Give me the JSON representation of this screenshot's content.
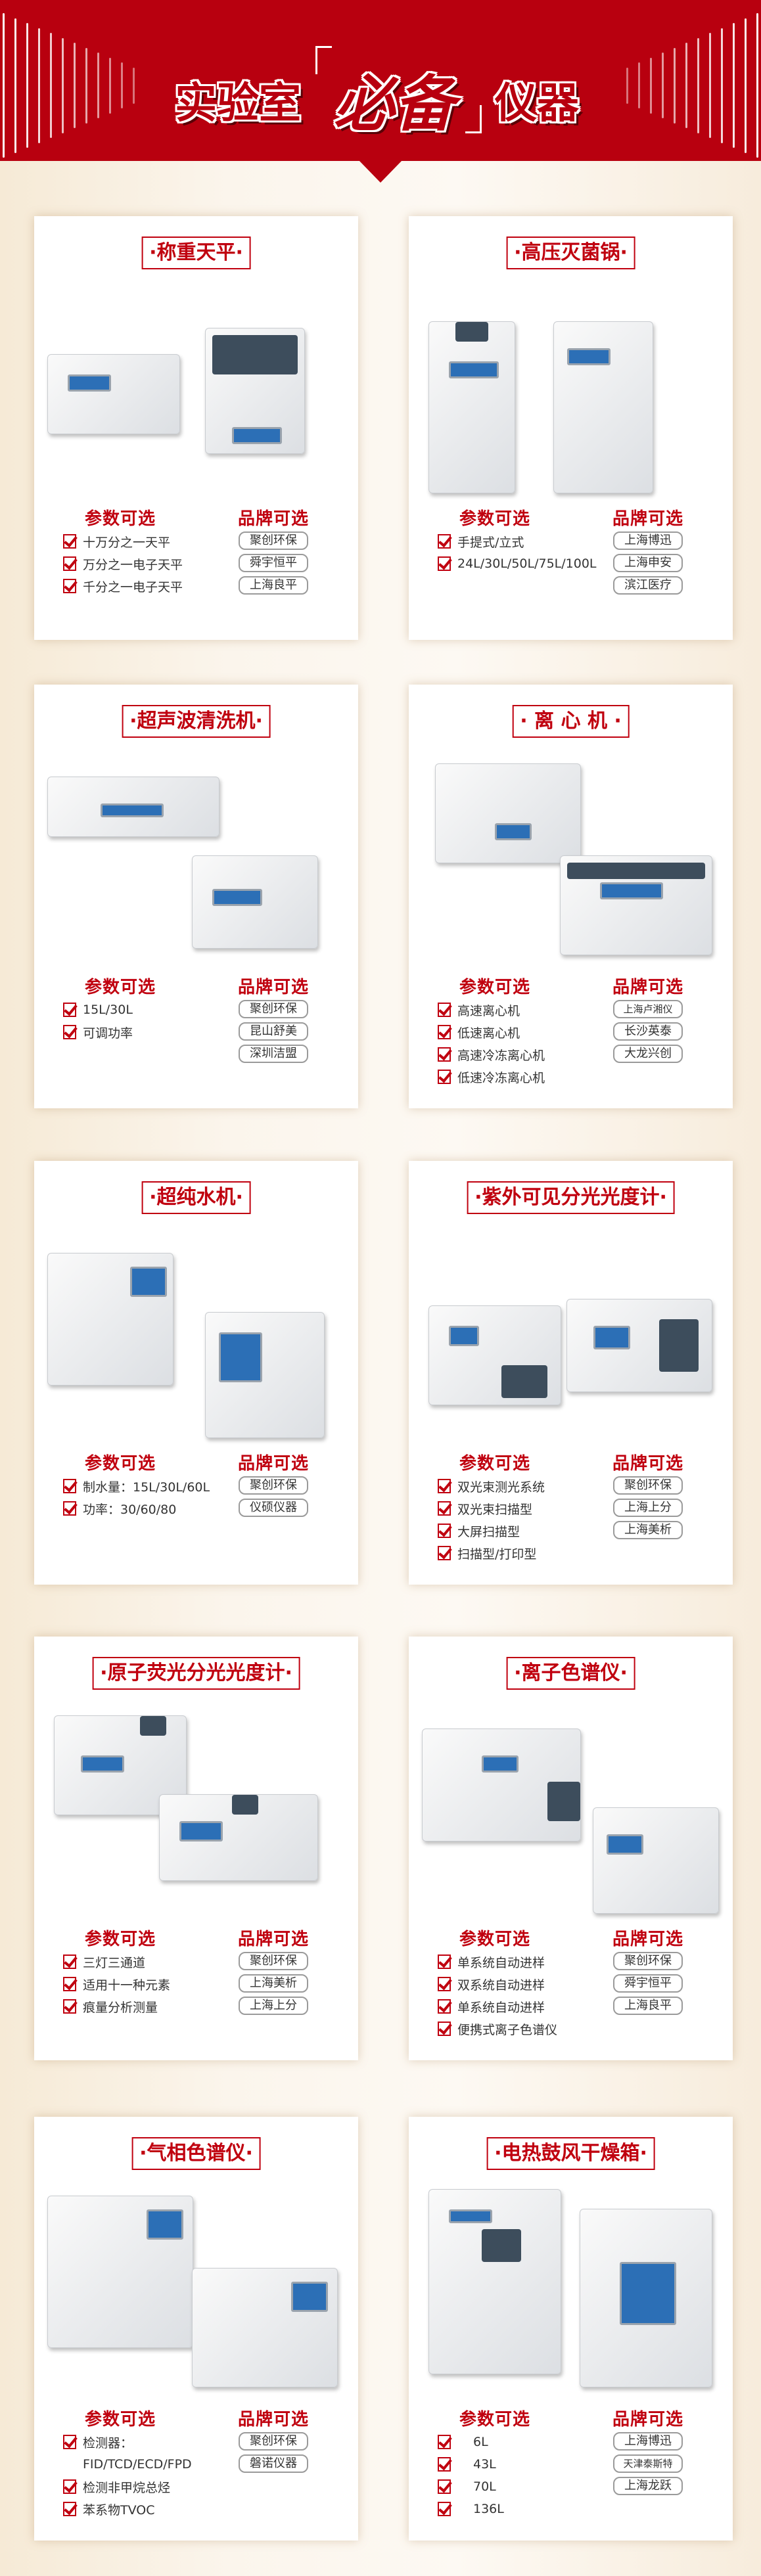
{
  "header": {
    "part1": "实验室",
    "part2": "必备",
    "part3": "仪器"
  },
  "labels": {
    "params": "参数可选",
    "brands": "品牌可选"
  },
  "colors": {
    "brand_red": "#b8000f",
    "accent_red": "#c0000f"
  },
  "cards": [
    {
      "title": "·称重天平·",
      "params": [
        {
          "text": "十万分之一天平"
        },
        {
          "text": "万分之一电子天平"
        },
        {
          "text": "千分之一电子天平"
        }
      ],
      "brands": [
        "聚创环保",
        "舜宇恒平",
        "上海良平"
      ]
    },
    {
      "title": "·高压灭菌锅·",
      "params": [
        {
          "text": "手提式/立式"
        },
        {
          "text": "24L/30L/50L/75L/100L"
        }
      ],
      "brands": [
        "上海博迅",
        "上海申安",
        "滨江医疗"
      ]
    },
    {
      "title": "·超声波清洗机·",
      "params": [
        {
          "text": "15L/30L"
        },
        {
          "text": "可调功率"
        }
      ],
      "brands": [
        "聚创环保",
        "昆山舒美",
        "深圳洁盟"
      ]
    },
    {
      "title": "· 离 心 机 ·",
      "params": [
        {
          "text": "高速离心机"
        },
        {
          "text": "低速离心机"
        },
        {
          "text": "高速冷冻离心机"
        },
        {
          "text": "低速冷冻离心机"
        }
      ],
      "brands": [
        "上海卢湘仪",
        "长沙英泰",
        "大龙兴创"
      ]
    },
    {
      "title": "·超纯水机·",
      "params": [
        {
          "text": "制水量：15L/30L/60L"
        },
        {
          "text": "功率：30/60/80"
        }
      ],
      "brands": [
        "聚创环保",
        "仪硕仪器"
      ]
    },
    {
      "title": "·紫外可见分光光度计·",
      "params": [
        {
          "text": "双光束测光系统"
        },
        {
          "text": "双光束扫描型"
        },
        {
          "text": "大屏扫描型"
        },
        {
          "text": "扫描型/打印型"
        }
      ],
      "brands": [
        "聚创环保",
        "上海上分",
        "上海美析"
      ]
    },
    {
      "title": "·原子荧光分光光度计·",
      "params": [
        {
          "text": "三灯三通道"
        },
        {
          "text": "适用十一种元素"
        },
        {
          "text": "痕量分析测量"
        }
      ],
      "brands": [
        "聚创环保",
        "上海美析",
        "上海上分"
      ]
    },
    {
      "title": "·离子色谱仪·",
      "params": [
        {
          "text": "单系统自动进样"
        },
        {
          "text": "双系统自动进样"
        },
        {
          "text": "单系统自动进样"
        },
        {
          "text": "便携式离子色谱仪"
        }
      ],
      "brands": [
        "聚创环保",
        "舜宇恒平",
        "上海良平"
      ]
    },
    {
      "title": "·气相色谱仪·",
      "params": [
        {
          "text": "检测器："
        },
        {
          "text": "FID/TCD/ECD/FPD",
          "nocheck": true
        },
        {
          "text": "检测非甲烷总烃"
        },
        {
          "text": "苯系物TVOC"
        }
      ],
      "brands": [
        "聚创环保",
        "磐诺仪器"
      ]
    },
    {
      "title": "·电热鼓风干燥箱·",
      "params": [
        {
          "text": "6L"
        },
        {
          "text": "43L"
        },
        {
          "text": "70L"
        },
        {
          "text": "136L"
        }
      ],
      "brands": [
        "上海博迅",
        "天津泰斯特",
        "上海龙跃"
      ]
    }
  ]
}
